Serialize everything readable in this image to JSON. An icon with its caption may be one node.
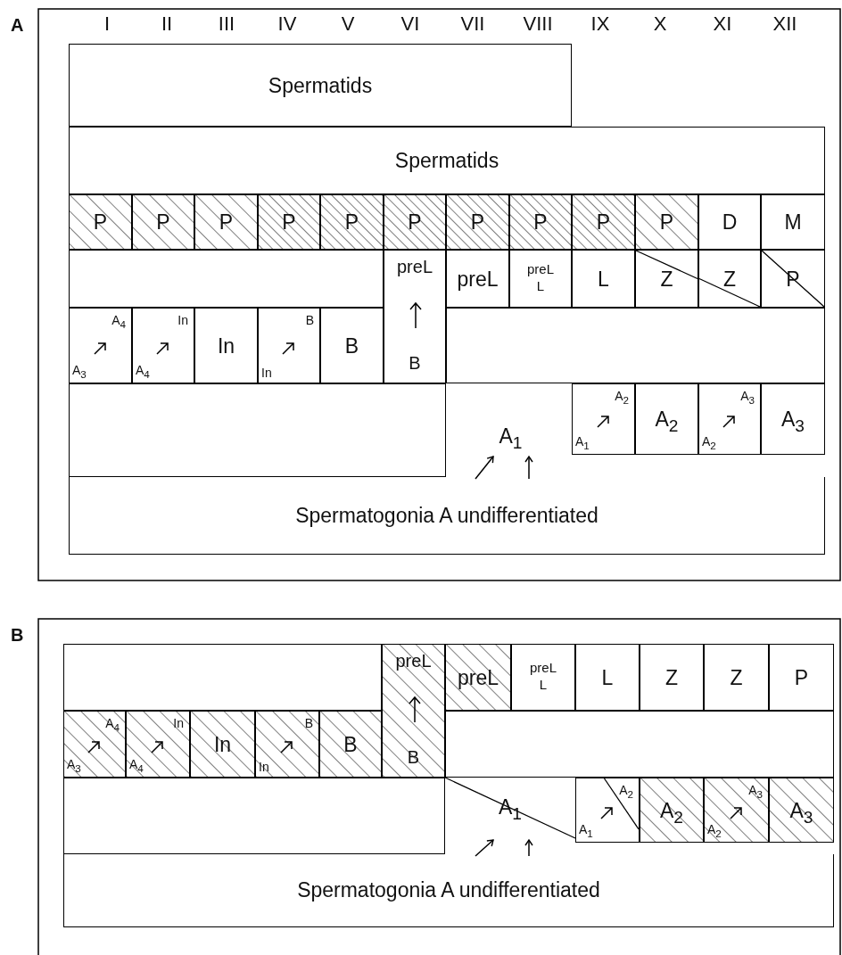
{
  "diagram": {
    "nodes": [
      {
        "text": [
          "Spermatids"
        ]
      },
      {
        "text": [
          "Spermatids"
        ]
      },
      {
        "text": [
          "P"
        ]
      },
      {
        "text": [
          "P"
        ]
      },
      {
        "text": [
          "P"
        ]
      },
      {
        "text": [
          "P"
        ]
      },
      {
        "text": [
          "P"
        ]
      },
      {
        "text": [
          "P"
        ]
      },
      {
        "text": [
          "P"
        ]
      },
      {
        "text": [
          "P"
        ]
      },
      {
        "text": [
          "P"
        ]
      },
      {
        "text": [
          "P"
        ]
      },
      {
        "text": [
          "D"
        ]
      },
      {
        "text": [
          "M"
        ]
      },
      {
        "text": [],
        "shape": "box"
      },
      {
        "text": [
          "preL",
          "B"
        ]
      },
      {
        "text": [
          "preL"
        ]
      },
      {
        "text": [
          "preL",
          "L"
        ]
      },
      {
        "text": [
          "L"
        ]
      },
      {
        "text": [
          "Z"
        ]
      },
      {
        "text": [
          "Z"
        ]
      },
      {
        "text": [
          "P"
        ]
      },
      {
        "text": [
          "A$_{3}$",
          "A$_{4}$"
        ]
      },
      {
        "text": [
          "A$_{4}$",
          "In"
        ]
      },
      {
        "text": [
          "In"
        ]
      },
      {
        "text": [
          "In",
          "B"
        ]
      },
      {
        "text": [
          "B"
        ]
      },
      {
        "text": [],
        "shape": "box"
      },
      {
        "text": [],
        "shape": "box"
      },
      {
        "text": [
          "A$_{1}$"
        ]
      },
      {
        "text": [
          "A$_{1}$",
          "A$_{2}$"
        ]
      },
      {
        "text": [
          "A$_{2}$"
        ]
      },
      {
        "text": [
          "A$_{2}$",
          "A$_{3}$"
        ]
      },
      {
        "text": [
          "A$_{3}$"
        ]
      },
      {
        "text": [
          "Spermatogonia A undifferentiated"
        ]
      },
      {
        "text": [],
        "shape": "box"
      },
      {
        "text": [
          "preL",
          "B"
        ]
      },
      {
        "text": [
          "preL"
        ]
      },
      {
        "text": [
          "preL",
          "L"
        ]
      },
      {
        "text": [
          "L"
        ]
      },
      {
        "text": [
          "Z"
        ]
      },
      {
        "text": [
          "Z"
        ]
      },
      {
        "text": [
          "P"
        ]
      },
      {
        "text": [
          "A$_{3}$",
          "A$_{4}$"
        ]
      },
      {
        "text": [
          "A$_{4}$",
          "In"
        ]
      },
      {
        "text": [
          "In"
        ]
      },
      {
        "text": [
          "In",
          "B"
        ]
      },
      {
        "text": [
          "B"
        ]
      },
      {
        "text": [],
        "shape": "box"
      },
      {
        "text": [],
        "shape": "box"
      },
      {
        "text": [
          "A$_{1}$"
        ]
      },
      {
        "text": [
          "A$_{1}$",
          "A$_{2}$"
        ]
      },
      {
        "text": [
          "A$_{2}$"
        ]
      },
      {
        "text": [
          "A$_{2}$",
          "A$_{3}$"
        ]
      },
      {
        "text": [
          "A$_{3}$"
        ]
      },
      {
        "text": [
          "Spermatogonia A undifferentiated"
        ]
      }
    ],
    "edges": [
      {
        "from": 34,
        "to": 29,
        "arrow": "to"
      },
      {
        "from": 34,
        "to": 29,
        "arrow": "to"
      },
      {
        "from": 55,
        "to": 50,
        "arrow": "to"
      },
      {
        "from": 55,
        "to": 50,
        "arrow": "to"
      }
    ],
    "labels": [
      "A",
      "I",
      "II",
      "III",
      "IV",
      "V",
      "VI",
      "VII",
      "VIII",
      "IX",
      "X",
      "XI",
      "XII",
      "B"
    ]
  }
}
